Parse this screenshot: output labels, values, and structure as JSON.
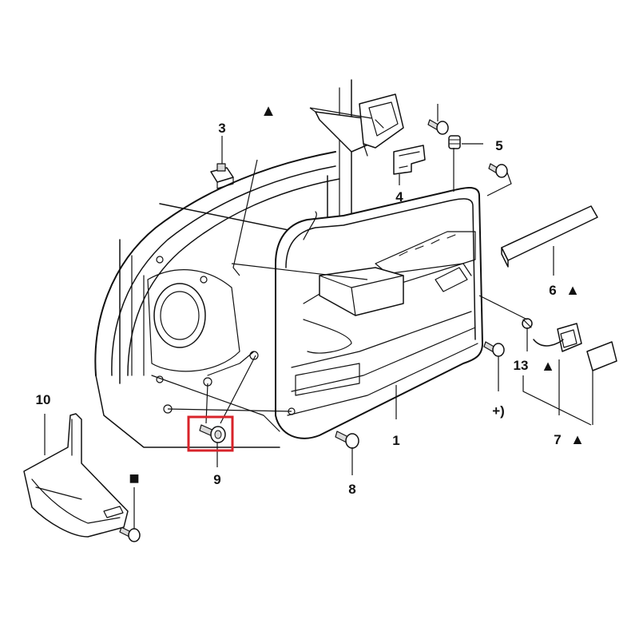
{
  "labels": {
    "l1": "1",
    "l3": "3",
    "l4": "4",
    "l5": "5",
    "l6": "6",
    "l7": "7",
    "l8": "8",
    "l9": "9",
    "l10": "10",
    "l13": "13",
    "lplus": "+)"
  },
  "symbols": {
    "triangle": "▲",
    "square": "■"
  },
  "colors": {
    "line": "#111111",
    "highlight": "#d8232a",
    "fill_grey": "#d9d9d9",
    "background": "#ffffff"
  }
}
